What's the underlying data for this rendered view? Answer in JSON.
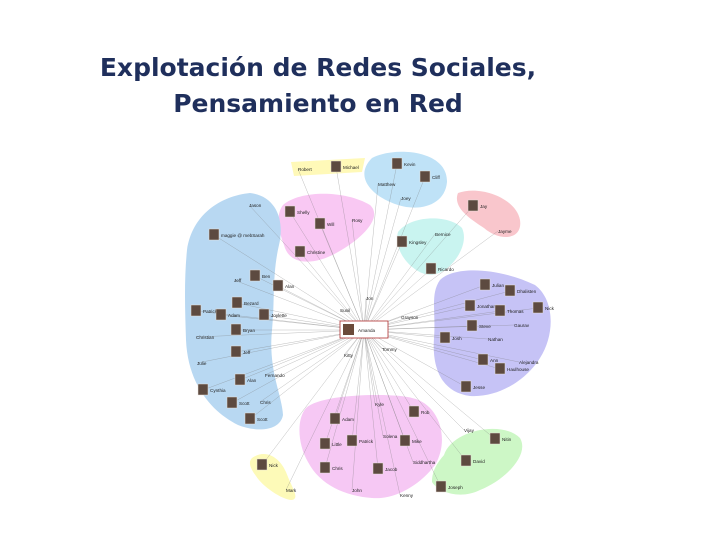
{
  "slide": {
    "title_line1": "Explotación de Redes Sociales,",
    "title_line2": "Pensamiento en Red"
  },
  "network": {
    "center": "Amanda",
    "link_color": "#7a7a7a",
    "clusters": [
      {
        "id": "robert",
        "color": "#fff9b8",
        "nodes": [
          {
            "label": "Robert",
            "photo": false
          },
          {
            "label": "Michael",
            "photo": true
          }
        ]
      },
      {
        "id": "kevin",
        "color": "#bfe2f7",
        "nodes": [
          {
            "label": "Kevin",
            "photo": true
          },
          {
            "label": "Cliff",
            "photo": true
          },
          {
            "label": "Matthew",
            "photo": false
          },
          {
            "label": "Joey",
            "photo": false
          }
        ]
      },
      {
        "id": "jay",
        "color": "#f9c6cc",
        "nodes": [
          {
            "label": "Jay",
            "photo": true
          },
          {
            "label": "Jayme",
            "photo": false
          }
        ]
      },
      {
        "id": "bernie",
        "color": "#c9f4f0",
        "nodes": [
          {
            "label": "Bernice",
            "photo": false
          },
          {
            "label": "Kingsley",
            "photo": true
          },
          {
            "label": "Ricardo",
            "photo": true
          }
        ]
      },
      {
        "id": "shelly",
        "color": "#f9c8f3",
        "nodes": [
          {
            "label": "Shelly",
            "photo": true
          },
          {
            "label": "Will",
            "photo": true
          },
          {
            "label": "Rosy",
            "photo": false
          },
          {
            "label": "Christine",
            "photo": true
          }
        ]
      },
      {
        "id": "left",
        "color": "#b8d8f2",
        "nodes": [
          {
            "label": "Jason",
            "photo": false
          },
          {
            "label": "maggie @ mebSarah",
            "photo": true
          },
          {
            "label": "Jeff",
            "photo": false
          },
          {
            "label": "Ben",
            "photo": true
          },
          {
            "label": "Alan",
            "photo": true
          },
          {
            "label": "Bezard",
            "photo": true
          },
          {
            "label": "Patrick",
            "photo": true
          },
          {
            "label": "Adam",
            "photo": true
          },
          {
            "label": "Joylette",
            "photo": true
          },
          {
            "label": "Bryan",
            "photo": true
          },
          {
            "label": "Christian",
            "photo": false
          },
          {
            "label": "Jeff",
            "photo": true
          },
          {
            "label": "Julie",
            "photo": false
          },
          {
            "label": "Fernando",
            "photo": false
          },
          {
            "label": "Alan",
            "photo": true
          },
          {
            "label": "Cynthia",
            "photo": true
          },
          {
            "label": "Chris",
            "photo": false
          },
          {
            "label": "Scott",
            "photo": true
          },
          {
            "label": "Scott",
            "photo": true
          }
        ]
      },
      {
        "id": "right",
        "color": "#c6c3f6",
        "nodes": [
          {
            "label": "Julian",
            "photo": true
          },
          {
            "label": "Dhalisten",
            "photo": true
          },
          {
            "label": "Jonathan",
            "photo": true
          },
          {
            "label": "Thomas",
            "photo": true
          },
          {
            "label": "Nick",
            "photo": true
          },
          {
            "label": "Steve",
            "photo": true
          },
          {
            "label": "Gaurav",
            "photo": false
          },
          {
            "label": "Josh",
            "photo": true
          },
          {
            "label": "Nathan",
            "photo": false
          },
          {
            "label": "Ann",
            "photo": true
          },
          {
            "label": "Alejandra",
            "photo": false
          },
          {
            "label": "Haulhouse",
            "photo": true
          },
          {
            "label": "Jesse",
            "photo": true
          }
        ]
      },
      {
        "id": "bottom",
        "color": "#f6c8f4",
        "nodes": [
          {
            "label": "Kyle",
            "photo": false
          },
          {
            "label": "Adam",
            "photo": true
          },
          {
            "label": "Rob",
            "photo": true
          },
          {
            "label": "Solena",
            "photo": false
          },
          {
            "label": "Mike",
            "photo": true
          },
          {
            "label": "Patrick",
            "photo": true
          },
          {
            "label": "Little",
            "photo": true
          },
          {
            "label": "Siddhartha",
            "photo": false
          },
          {
            "label": "Chris",
            "photo": true
          },
          {
            "label": "Jacob",
            "photo": true
          },
          {
            "label": "John",
            "photo": false
          },
          {
            "label": "Kenny",
            "photo": false
          }
        ]
      },
      {
        "id": "mark",
        "color": "#fdfab8",
        "nodes": [
          {
            "label": "Nick",
            "photo": true
          },
          {
            "label": "Mark",
            "photo": false
          }
        ]
      },
      {
        "id": "vijay",
        "color": "#cdf7c6",
        "nodes": [
          {
            "label": "Vijay",
            "photo": false
          },
          {
            "label": "Nitin",
            "photo": true
          },
          {
            "label": "David",
            "photo": true
          },
          {
            "label": "Joseph",
            "photo": true
          }
        ]
      }
    ],
    "loose_nodes": [
      {
        "label": "Sunil"
      },
      {
        "label": "Jon"
      },
      {
        "label": "Grayson"
      },
      {
        "label": "Kitty"
      },
      {
        "label": "Tommy"
      }
    ]
  }
}
